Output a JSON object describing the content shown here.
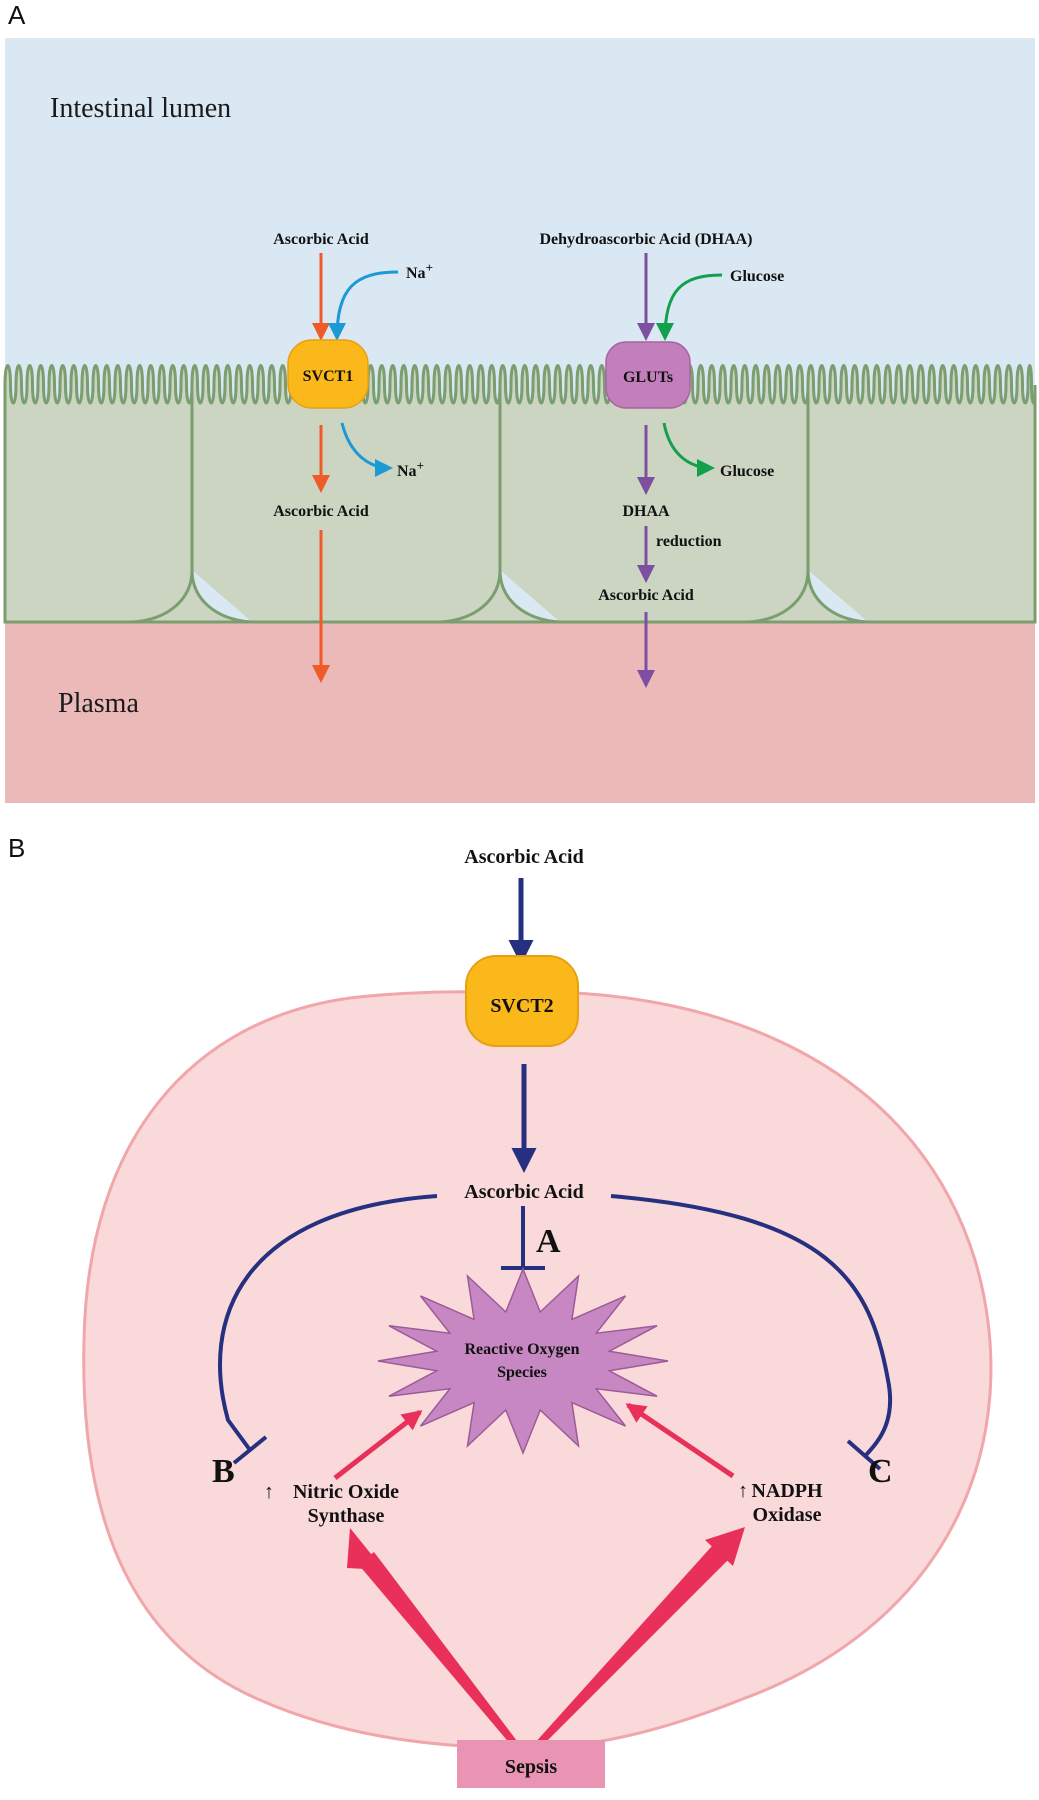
{
  "panel_a": {
    "letter": "A",
    "lumen_label": "Intestinal lumen",
    "plasma_label": "Plasma",
    "svct1": {
      "transporter": "SVCT1",
      "input": "Ascorbic Acid",
      "cotransport_in": "Na",
      "cotransport_out": "Na",
      "ion_charge": "+",
      "output": "Ascorbic Acid"
    },
    "gluts": {
      "transporter": "GLUTs",
      "input": "Dehydroascorbic Acid (DHAA)",
      "glucose_in": "Glucose",
      "glucose_out": "Glucose",
      "intermediate": "DHAA",
      "step": "reduction",
      "output": "Ascorbic Acid"
    },
    "colors": {
      "lumen": "#d9e8f3",
      "cell": "#cbd5c1",
      "membrane": "#7a9e6f",
      "plasma": "#ebb9b8",
      "svct1_arrow": "#f05a28",
      "sodium_arrow": "#1c9ad6",
      "dhaa_arrow": "#7e4fa0",
      "glucose_arrow": "#13a04d",
      "svct_fill": "#fbb81b",
      "glut_fill": "#c27fbb"
    }
  },
  "panel_b": {
    "letter": "B",
    "top_input": "Ascorbic Acid",
    "transporter": "SVCT2",
    "intracellular": "Ascorbic Acid",
    "ros_line1": "Reactive Oxygen",
    "ros_line2": "Species",
    "nos_line1": "Nitric Oxide",
    "nos_line2": "Synthase",
    "nadph_line1": "NADPH",
    "nadph_line2": "Oxidase",
    "up_glyph": "↑",
    "mark_a": "A",
    "mark_b": "B",
    "mark_c": "C",
    "trigger": "Sepsis",
    "colors": {
      "cell_fill": "#f9d9d9",
      "cell_border": "#f0a6aa",
      "inhibition": "#263080",
      "activation": "#e8305a",
      "ros_fill": "#c687c2",
      "ros_stroke": "#9c5b98",
      "sepsis_box": "#e994b3",
      "svct_fill": "#fbb81b"
    }
  }
}
